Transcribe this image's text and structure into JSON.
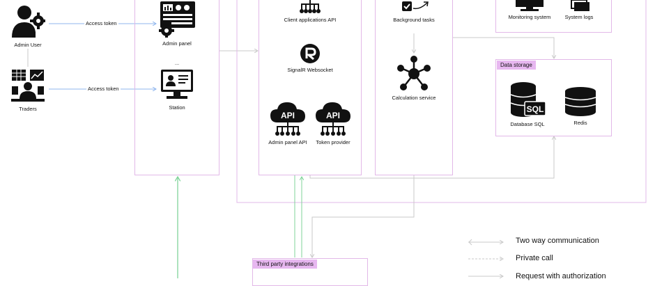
{
  "nodes": {
    "admin_user": "Admin User",
    "traders": "Traders",
    "admin_panel": "Admin panel",
    "station": "Station",
    "client_api": "Client applications API",
    "signalr": "SignalR Websocket",
    "admin_panel_api": "Admin panel API",
    "token_provider": "Token provider",
    "background_tasks": "Background tasks",
    "calculation_service": "Calculation service",
    "monitoring_system": "Monitoring system",
    "system_logs": "System logs",
    "database_sql": "Database SQL",
    "redis": "Redis",
    "ellipsis": "..."
  },
  "icon_text": {
    "api": "API",
    "sql": "SQL"
  },
  "groups": {
    "data_storage": "Data storage",
    "third_party": "Third party integrations"
  },
  "edges": {
    "access_token_1": "Access token",
    "access_token_2": "Access token"
  },
  "legend": {
    "two_way": "Two way communication",
    "private_call": "Private call",
    "request_auth": "Request with authorization"
  },
  "colors": {
    "box_border": "#e2b8e8",
    "tag_fill": "#e7b7f0",
    "blue_line": "#8fb6ee",
    "green_line": "#7fd39a",
    "gray_line": "#c9c9c9"
  },
  "icons": [
    "user-gear-icon",
    "traders-icon",
    "dashboard-icon",
    "workstation-icon",
    "network-icon",
    "signalr-logo-icon",
    "cloud-api-icon",
    "tasks-icon",
    "molecule-icon",
    "monitor-icon",
    "logs-icon",
    "database-sql-icon",
    "database-icon"
  ]
}
